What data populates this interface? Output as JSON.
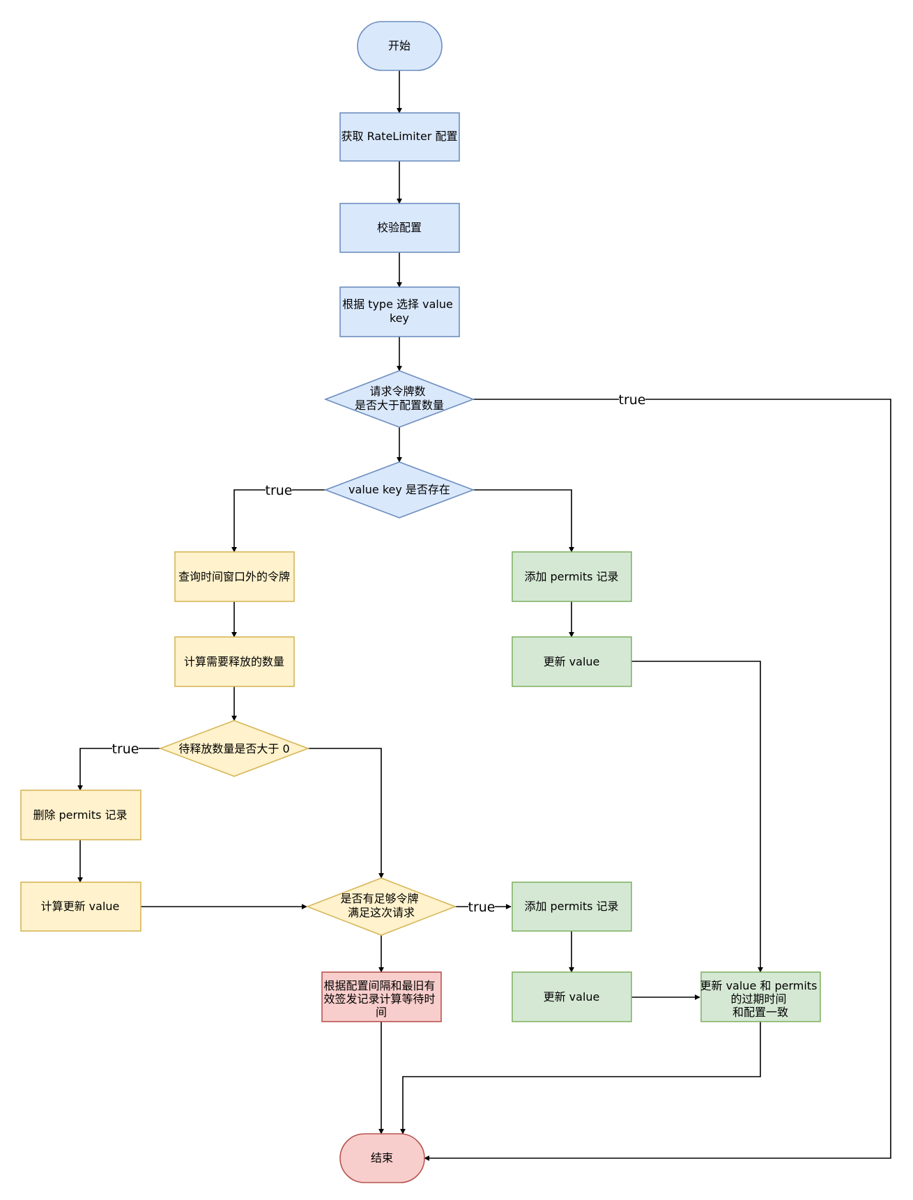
{
  "colors": {
    "blue_fill": "#dae8fc",
    "blue_stroke": "#6c8ebf",
    "yellow_fill": "#fff2cc",
    "yellow_stroke": "#d6b656",
    "green_fill": "#d5e8d4",
    "green_stroke": "#82b366",
    "red_fill": "#f8cecc",
    "red_stroke": "#b85450",
    "edge": "#000000"
  },
  "nodes": {
    "start": "开始",
    "get_config": "获取 RateLimiter 配置",
    "validate": "校验配置",
    "select_key": [
      "根据 type 选择 value",
      "key"
    ],
    "check_permits": [
      "请求令牌数",
      "是否大于配置数量"
    ],
    "key_exists": "value key 是否存在",
    "query_expired": "查询时间窗口外的令牌",
    "calc_release": "计算需要释放的数量",
    "release_gt0": "待释放数量是否大于 0",
    "delete_permits": "删除 permits 记录",
    "calc_update_value": "计算更新 value",
    "enough_tokens": [
      "是否有足够令牌",
      "满足这次请求"
    ],
    "wait_time": [
      "根据配置间隔和最旧有",
      "效签发记录计算等待时",
      "间"
    ],
    "add_permits_1": "添加 permits 记录",
    "update_value_1": "更新 value",
    "add_permits_2": "添加 permits 记录",
    "update_value_2": "更新 value",
    "update_expiry": [
      "更新 value 和 permits",
      "的过期时间",
      "和配置一致"
    ],
    "end": "结束"
  },
  "edge_labels": {
    "check_permits_true": "true",
    "key_exists_true": "true",
    "release_gt0_true": "true",
    "enough_tokens_true": "true"
  }
}
